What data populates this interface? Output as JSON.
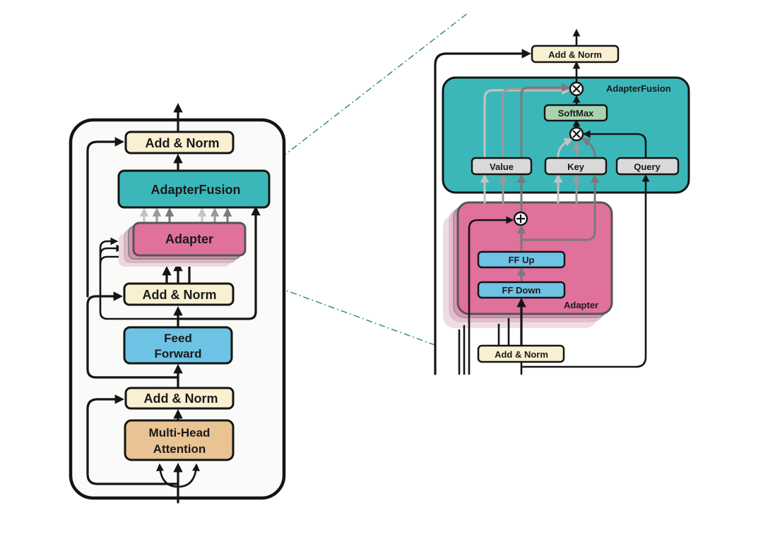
{
  "left_block": {
    "add_norm_top": "Add & Norm",
    "adapter_fusion": "AdapterFusion",
    "adapter": "Adapter",
    "add_norm_mid": "Add & Norm",
    "feed_forward_line1": "Feed",
    "feed_forward_line2": "Forward",
    "add_norm_bottom": "Add & Norm",
    "attention_line1": "Multi-Head",
    "attention_line2": "Attention"
  },
  "right_detail": {
    "add_norm_top": "Add & Norm",
    "fusion_title": "AdapterFusion",
    "softmax": "SoftMax",
    "value": "Value",
    "key": "Key",
    "query": "Query",
    "ff_up": "FF Up",
    "ff_down": "FF Down",
    "adapter_title": "Adapter",
    "add_norm_bottom": "Add & Norm"
  },
  "colors": {
    "add_norm": "#f8f0d0",
    "adapter_fusion": "#3bb7b9",
    "adapter": "#e0709c",
    "feed_forward": "#6ec2e4",
    "attention": "#e9c393",
    "softmax": "#a9d3b0",
    "vkq": "#d9d9d9",
    "leader": "#2e8b57"
  }
}
